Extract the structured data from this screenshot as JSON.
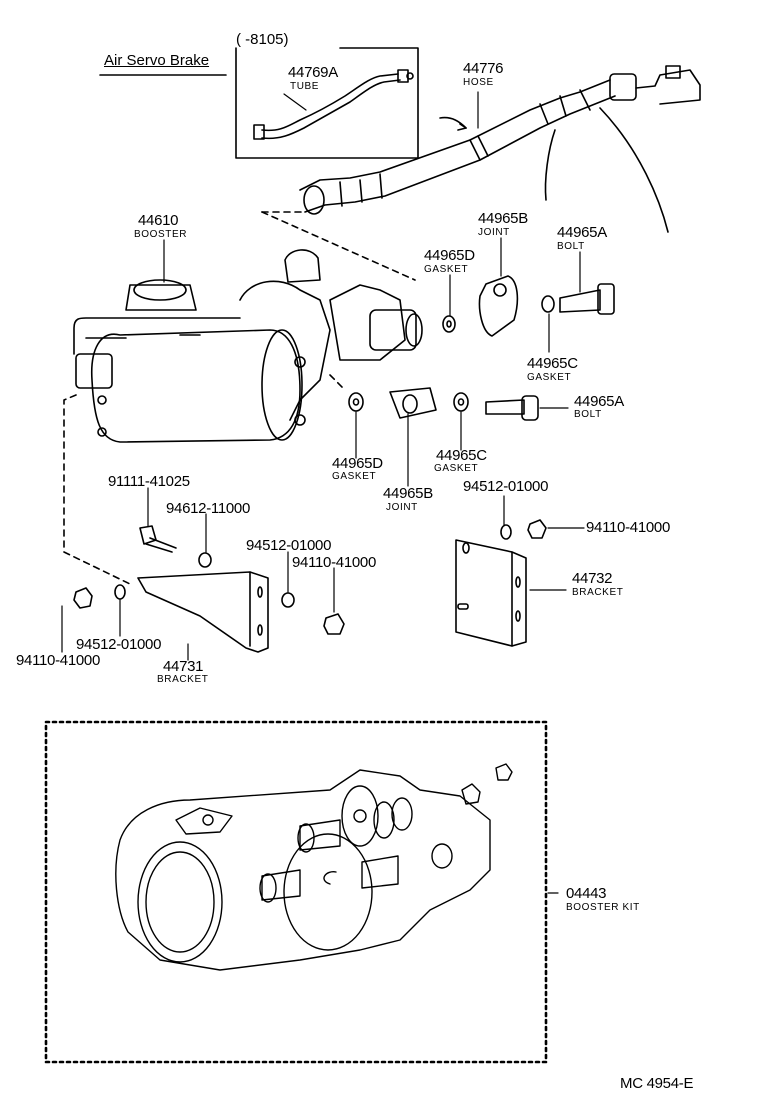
{
  "header": {
    "variant": "Air Servo Brake",
    "date_range": "(      -8105)"
  },
  "parts": {
    "tube": {
      "number": "44769A",
      "name": "TUBE"
    },
    "hose": {
      "number": "44776",
      "name": "HOSE"
    },
    "booster": {
      "number": "44610",
      "name": "BOOSTER"
    },
    "joint_top": {
      "number": "44965B",
      "name": "JOINT"
    },
    "bolt_top": {
      "number": "44965A",
      "name": "BOLT"
    },
    "gasket_d_top": {
      "number": "44965D",
      "name": "GASKET"
    },
    "gasket_c_top": {
      "number": "44965C",
      "name": "GASKET"
    },
    "bolt_bottom": {
      "number": "44965A",
      "name": "BOLT"
    },
    "gasket_d_bot": {
      "number": "44965D",
      "name": "GASKET"
    },
    "gasket_c_bot": {
      "number": "44965C",
      "name": "GASKET"
    },
    "joint_bottom": {
      "number": "44965B",
      "name": "JOINT"
    },
    "bolt_91111": {
      "number": "91111-41025"
    },
    "washer_94612": {
      "number": "94612-11000"
    },
    "washer_94512_a": {
      "number": "94512-01000"
    },
    "nut_94110_a": {
      "number": "94110-41000"
    },
    "washer_94512_b": {
      "number": "94512-01000"
    },
    "nut_94110_b": {
      "number": "94110-41000"
    },
    "washer_94512_c": {
      "number": "94512-01000"
    },
    "nut_94110_c": {
      "number": "94110-41000"
    },
    "bracket_44732": {
      "number": "44732",
      "name": "BRACKET"
    },
    "bracket_44731": {
      "number": "44731",
      "name": "BRACKET"
    },
    "kit": {
      "number": "04443",
      "name": "BOOSTER KIT"
    }
  },
  "footer": {
    "code": "MC  4954-E"
  }
}
